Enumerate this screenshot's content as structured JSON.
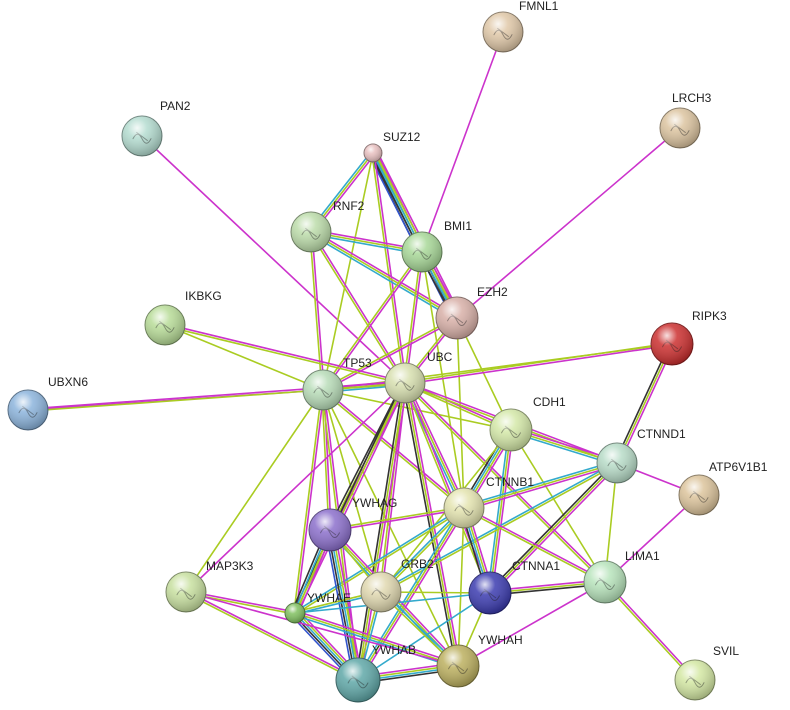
{
  "edge_colors": {
    "experimental": "#cc33cc",
    "textmining": "#aacc22",
    "database": "#33aacc",
    "coexpression": "#333333",
    "homology": "#3355cc"
  },
  "nodes": [
    {
      "id": "FMNL1",
      "label": "FMNL1",
      "color": "#e0c8a8"
    },
    {
      "id": "LRCH3",
      "label": "LRCH3",
      "color": "#dcc4a0"
    },
    {
      "id": "PAN2",
      "label": "PAN2",
      "color": "#b4dcd0"
    },
    {
      "id": "SUZ12",
      "label": "SUZ12",
      "color": "#e8c0c0"
    },
    {
      "id": "RNF2",
      "label": "RNF2",
      "color": "#bcdcaa"
    },
    {
      "id": "BMI1",
      "label": "BMI1",
      "color": "#a8d898"
    },
    {
      "id": "EZH2",
      "label": "EZH2",
      "color": "#d8b0a8"
    },
    {
      "id": "IKBKG",
      "label": "IKBKG",
      "color": "#b8dc98"
    },
    {
      "id": "RIPK3",
      "label": "RIPK3",
      "color": "#cc3030"
    },
    {
      "id": "UBXN6",
      "label": "UBXN6",
      "color": "#8cb4dc"
    },
    {
      "id": "TP53",
      "label": "TP53",
      "color": "#b8dcb8"
    },
    {
      "id": "UBC",
      "label": "UBC",
      "color": "#d8e0b0"
    },
    {
      "id": "CDH1",
      "label": "CDH1",
      "color": "#d4e8a8"
    },
    {
      "id": "CTNND1",
      "label": "CTNND1",
      "color": "#b8dcc8"
    },
    {
      "id": "ATP6V1B1",
      "label": "ATP6V1B1",
      "color": "#dcc49c"
    },
    {
      "id": "CTNNB1",
      "label": "CTNNB1",
      "color": "#e4e4b0"
    },
    {
      "id": "YWHAG",
      "label": "YWHAG",
      "color": "#8c70cc"
    },
    {
      "id": "MAP3K3",
      "label": "MAP3K3",
      "color": "#c8e0a0"
    },
    {
      "id": "GRB2",
      "label": "GRB2",
      "color": "#e0d8b0"
    },
    {
      "id": "CTNNA1",
      "label": "CTNNA1",
      "color": "#3c3cb0"
    },
    {
      "id": "LIMA1",
      "label": "LIMA1",
      "color": "#b8e4bc"
    },
    {
      "id": "YWHAE",
      "label": "YWHAE",
      "color": "#80c060"
    },
    {
      "id": "YWHAB",
      "label": "YWHAB",
      "color": "#60a8a8"
    },
    {
      "id": "YWHAH",
      "label": "YWHAH",
      "color": "#bcb060"
    },
    {
      "id": "SVIL",
      "label": "SVIL",
      "color": "#d4e8a4"
    }
  ],
  "edges": [
    {
      "a": "FMNL1",
      "b": "BMI1",
      "types": [
        "experimental"
      ]
    },
    {
      "a": "LRCH3",
      "b": "EZH2",
      "types": [
        "experimental"
      ]
    },
    {
      "a": "PAN2",
      "b": "UBC",
      "types": [
        "experimental"
      ]
    },
    {
      "a": "SUZ12",
      "b": "RNF2",
      "types": [
        "experimental",
        "textmining",
        "database"
      ]
    },
    {
      "a": "SUZ12",
      "b": "BMI1",
      "types": [
        "experimental",
        "textmining",
        "database",
        "coexpression"
      ]
    },
    {
      "a": "SUZ12",
      "b": "EZH2",
      "types": [
        "experimental",
        "textmining",
        "database",
        "coexpression",
        "homology"
      ]
    },
    {
      "a": "SUZ12",
      "b": "UBC",
      "types": [
        "experimental",
        "textmining"
      ]
    },
    {
      "a": "SUZ12",
      "b": "TP53",
      "types": [
        "textmining"
      ]
    },
    {
      "a": "RNF2",
      "b": "BMI1",
      "types": [
        "experimental",
        "textmining",
        "database"
      ]
    },
    {
      "a": "RNF2",
      "b": "EZH2",
      "types": [
        "experimental",
        "textmining",
        "database"
      ]
    },
    {
      "a": "RNF2",
      "b": "UBC",
      "types": [
        "experimental",
        "textmining"
      ]
    },
    {
      "a": "RNF2",
      "b": "TP53",
      "types": [
        "experimental",
        "textmining"
      ]
    },
    {
      "a": "BMI1",
      "b": "EZH2",
      "types": [
        "experimental",
        "textmining",
        "database",
        "coexpression"
      ]
    },
    {
      "a": "BMI1",
      "b": "UBC",
      "types": [
        "experimental",
        "textmining"
      ]
    },
    {
      "a": "BMI1",
      "b": "TP53",
      "types": [
        "experimental",
        "textmining"
      ]
    },
    {
      "a": "BMI1",
      "b": "CTNNB1",
      "types": [
        "textmining"
      ]
    },
    {
      "a": "EZH2",
      "b": "UBC",
      "types": [
        "experimental",
        "textmining"
      ]
    },
    {
      "a": "EZH2",
      "b": "TP53",
      "types": [
        "experimental",
        "textmining"
      ]
    },
    {
      "a": "EZH2",
      "b": "CDH1",
      "types": [
        "textmining"
      ]
    },
    {
      "a": "EZH2",
      "b": "CTNNB1",
      "types": [
        "textmining"
      ]
    },
    {
      "a": "IKBKG",
      "b": "TP53",
      "types": [
        "textmining"
      ]
    },
    {
      "a": "IKBKG",
      "b": "UBC",
      "types": [
        "experimental",
        "textmining"
      ]
    },
    {
      "a": "RIPK3",
      "b": "UBC",
      "types": [
        "experimental",
        "textmining"
      ]
    },
    {
      "a": "RIPK3",
      "b": "TP53",
      "types": [
        "textmining"
      ]
    },
    {
      "a": "RIPK3",
      "b": "CTNND1",
      "types": [
        "experimental",
        "textmining",
        "coexpression"
      ]
    },
    {
      "a": "UBXN6",
      "b": "TP53",
      "types": [
        "experimental"
      ]
    },
    {
      "a": "UBXN6",
      "b": "UBC",
      "types": [
        "experimental",
        "textmining"
      ]
    },
    {
      "a": "TP53",
      "b": "UBC",
      "types": [
        "experimental",
        "textmining",
        "database"
      ]
    },
    {
      "a": "TP53",
      "b": "CDH1",
      "types": [
        "textmining"
      ]
    },
    {
      "a": "TP53",
      "b": "CTNNB1",
      "types": [
        "experimental",
        "textmining"
      ]
    },
    {
      "a": "TP53",
      "b": "YWHAG",
      "types": [
        "experimental",
        "textmining"
      ]
    },
    {
      "a": "TP53",
      "b": "YWHAE",
      "types": [
        "experimental",
        "textmining"
      ]
    },
    {
      "a": "TP53",
      "b": "YWHAB",
      "types": [
        "experimental",
        "textmining"
      ]
    },
    {
      "a": "TP53",
      "b": "YWHAH",
      "types": [
        "textmining"
      ]
    },
    {
      "a": "TP53",
      "b": "MAP3K3",
      "types": [
        "textmining"
      ]
    },
    {
      "a": "TP53",
      "b": "GRB2",
      "types": [
        "textmining"
      ]
    },
    {
      "a": "UBC",
      "b": "CDH1",
      "types": [
        "experimental",
        "textmining"
      ]
    },
    {
      "a": "UBC",
      "b": "CTNND1",
      "types": [
        "experimental",
        "textmining"
      ]
    },
    {
      "a": "UBC",
      "b": "CTNNB1",
      "types": [
        "experimental",
        "textmining",
        "database"
      ]
    },
    {
      "a": "UBC",
      "b": "YWHAG",
      "types": [
        "experimental",
        "textmining",
        "coexpression"
      ]
    },
    {
      "a": "UBC",
      "b": "GRB2",
      "types": [
        "experimental",
        "textmining"
      ]
    },
    {
      "a": "UBC",
      "b": "CTNNA1",
      "types": [
        "experimental",
        "textmining"
      ]
    },
    {
      "a": "UBC",
      "b": "LIMA1",
      "types": [
        "experimental",
        "textmining"
      ]
    },
    {
      "a": "UBC",
      "b": "YWHAE",
      "types": [
        "experimental",
        "textmining",
        "coexpression"
      ]
    },
    {
      "a": "UBC",
      "b": "YWHAB",
      "types": [
        "experimental",
        "textmining",
        "coexpression"
      ]
    },
    {
      "a": "UBC",
      "b": "YWHAH",
      "types": [
        "experimental",
        "textmining",
        "coexpression"
      ]
    },
    {
      "a": "UBC",
      "b": "MAP3K3",
      "types": [
        "experimental"
      ]
    },
    {
      "a": "CDH1",
      "b": "CTNND1",
      "types": [
        "experimental",
        "textmining",
        "database"
      ]
    },
    {
      "a": "CDH1",
      "b": "CTNNB1",
      "types": [
        "experimental",
        "textmining",
        "database",
        "coexpression"
      ]
    },
    {
      "a": "CDH1",
      "b": "CTNNA1",
      "types": [
        "experimental",
        "textmining",
        "database"
      ]
    },
    {
      "a": "CDH1",
      "b": "LIMA1",
      "types": [
        "textmining"
      ]
    },
    {
      "a": "CDH1",
      "b": "GRB2",
      "types": [
        "textmining"
      ]
    },
    {
      "a": "CTNND1",
      "b": "CTNNB1",
      "types": [
        "experimental",
        "textmining",
        "database"
      ]
    },
    {
      "a": "CTNND1",
      "b": "CTNNA1",
      "types": [
        "experimental",
        "textmining",
        "coexpression"
      ]
    },
    {
      "a": "CTNND1",
      "b": "LIMA1",
      "types": [
        "textmining"
      ]
    },
    {
      "a": "CTNND1",
      "b": "GRB2",
      "types": [
        "textmining",
        "database"
      ]
    },
    {
      "a": "CTNND1",
      "b": "ATP6V1B1",
      "types": [
        "experimental"
      ]
    },
    {
      "a": "ATP6V1B1",
      "b": "LIMA1",
      "types": [
        "experimental"
      ]
    },
    {
      "a": "CTNNB1",
      "b": "CTNNA1",
      "types": [
        "experimental",
        "textmining",
        "database",
        "coexpression"
      ]
    },
    {
      "a": "CTNNB1",
      "b": "LIMA1",
      "types": [
        "experimental",
        "textmining"
      ]
    },
    {
      "a": "CTNNB1",
      "b": "GRB2",
      "types": [
        "textmining",
        "database"
      ]
    },
    {
      "a": "CTNNB1",
      "b": "YWHAG",
      "types": [
        "experimental",
        "textmining"
      ]
    },
    {
      "a": "CTNNB1",
      "b": "YWHAE",
      "types": [
        "textmining",
        "database"
      ]
    },
    {
      "a": "CTNNB1",
      "b": "YWHAB",
      "types": [
        "experimental",
        "textmining",
        "database"
      ]
    },
    {
      "a": "CTNNB1",
      "b": "YWHAH",
      "types": [
        "textmining"
      ]
    },
    {
      "a": "YWHAG",
      "b": "YWHAE",
      "types": [
        "experimental",
        "textmining",
        "database",
        "coexpression"
      ]
    },
    {
      "a": "YWHAG",
      "b": "YWHAB",
      "types": [
        "experimental",
        "textmining",
        "database",
        "coexpression",
        "homology"
      ]
    },
    {
      "a": "YWHAG",
      "b": "YWHAH",
      "types": [
        "experimental",
        "textmining",
        "database"
      ]
    },
    {
      "a": "YWHAG",
      "b": "GRB2",
      "types": [
        "textmining"
      ]
    },
    {
      "a": "YWHAE",
      "b": "YWHAB",
      "types": [
        "experimental",
        "textmining",
        "database",
        "coexpression",
        "homology"
      ]
    },
    {
      "a": "YWHAE",
      "b": "YWHAH",
      "types": [
        "experimental",
        "textmining",
        "database"
      ]
    },
    {
      "a": "YWHAE",
      "b": "GRB2",
      "types": [
        "textmining",
        "database"
      ]
    },
    {
      "a": "YWHAE",
      "b": "CTNNA1",
      "types": [
        "database"
      ]
    },
    {
      "a": "YWHAB",
      "b": "YWHAH",
      "types": [
        "experimental",
        "textmining",
        "database",
        "coexpression"
      ]
    },
    {
      "a": "YWHAB",
      "b": "GRB2",
      "types": [
        "textmining",
        "database"
      ]
    },
    {
      "a": "YWHAB",
      "b": "CTNNA1",
      "types": [
        "database"
      ]
    },
    {
      "a": "YWHAH",
      "b": "GRB2",
      "types": [
        "textmining",
        "database"
      ]
    },
    {
      "a": "YWHAH",
      "b": "CTNNA1",
      "types": [
        "textmining"
      ]
    },
    {
      "a": "YWHAH",
      "b": "LIMA1",
      "types": [
        "experimental"
      ]
    },
    {
      "a": "MAP3K3",
      "b": "YWHAE",
      "types": [
        "experimental",
        "textmining"
      ]
    },
    {
      "a": "MAP3K3",
      "b": "YWHAB",
      "types": [
        "experimental",
        "textmining"
      ]
    },
    {
      "a": "MAP3K3",
      "b": "YWHAH",
      "types": [
        "experimental"
      ]
    },
    {
      "a": "GRB2",
      "b": "CTNNA1",
      "types": [
        "textmining"
      ]
    },
    {
      "a": "CTNNA1",
      "b": "LIMA1",
      "types": [
        "experimental",
        "textmining",
        "coexpression"
      ]
    },
    {
      "a": "LIMA1",
      "b": "SVIL",
      "types": [
        "experimental",
        "textmining"
      ]
    }
  ]
}
